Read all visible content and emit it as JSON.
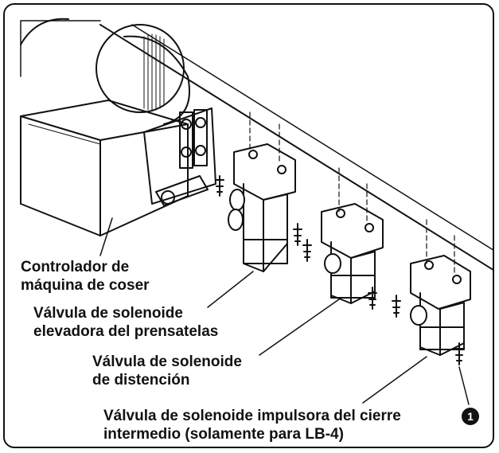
{
  "labels": {
    "controller_line1": "Controlador de",
    "controller_line2": "máquina de coser",
    "lifter_line1": "Válvula de solenoide",
    "lifter_line2": "elevadora del prensatelas",
    "tension_line1": "Válvula de solenoide",
    "tension_line2": "de distención",
    "intermediate_line1": "Válvula de solenoide impulsora del cierre",
    "intermediate_line2": "intermedio (solamente para LB-4)",
    "marker": "1"
  },
  "icons": [
    "solenoid-valve",
    "screw",
    "sewing-machine-controller",
    "mounting-plate"
  ]
}
